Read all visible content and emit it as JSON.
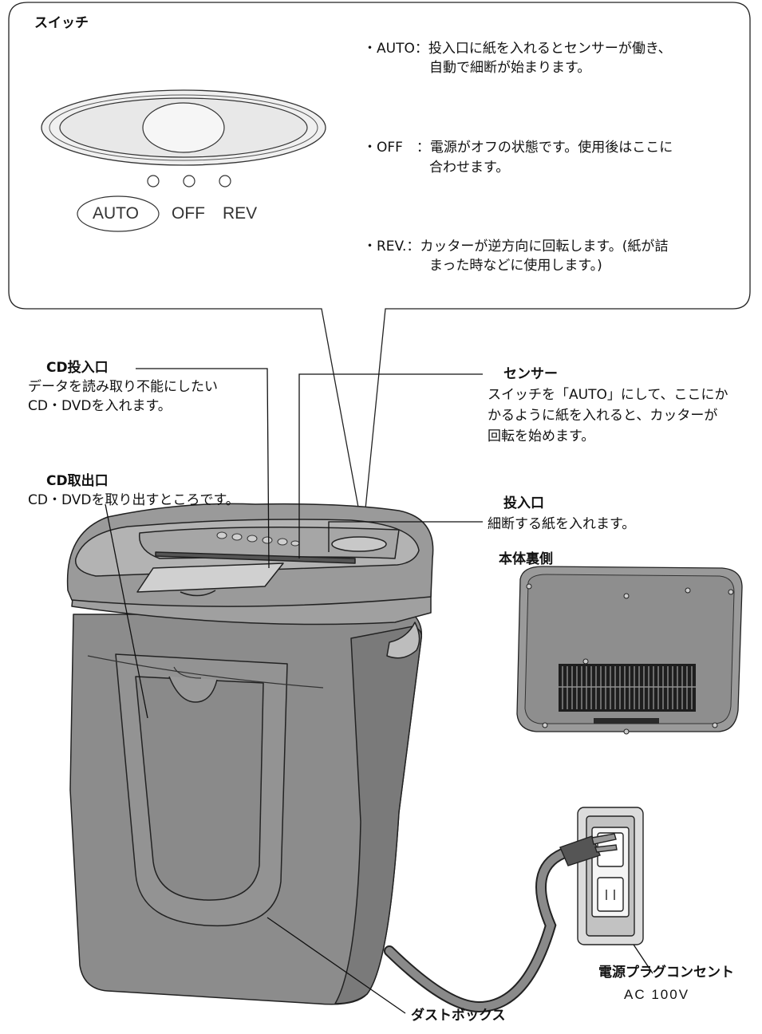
{
  "switch_panel": {
    "title": "スイッチ",
    "auto_line1": "・AUTO：投入口に紙を入れるとセンサーが働き、",
    "auto_line2": "自動で細断が始まります。",
    "off_line1": "・OFF　：電源がオフの状態です。使用後はここに",
    "off_line2": "合わせます。",
    "rev_line1": "・REV.：カッターが逆方向に回転します。(紙が詰",
    "rev_line2": "まった時などに使用します。)",
    "mode_auto": "AUTO",
    "mode_off": "OFF",
    "mode_rev": "REV"
  },
  "labels": {
    "cd_insert_title": "CD投入口",
    "cd_insert_desc1": "データを読み取り不能にしたい",
    "cd_insert_desc2": "CD・DVDを入れます。",
    "cd_eject_title": "CD取出口",
    "cd_eject_desc": "CD・DVDを取り出すところです。",
    "sensor_title": "センサー",
    "sensor_desc1": "スイッチを「AUTO」にして、ここにか",
    "sensor_desc2": "かるように紙を入れると、カッターが",
    "sensor_desc3": "回転を始めます。",
    "paper_title": "投入口",
    "paper_desc": "細断する紙を入れます。",
    "bottom_title": "本体裏側",
    "outlet_title": "電源プラグコンセント",
    "outlet_spec": "AC 100V",
    "dustbox_title": "ダストボックス"
  }
}
